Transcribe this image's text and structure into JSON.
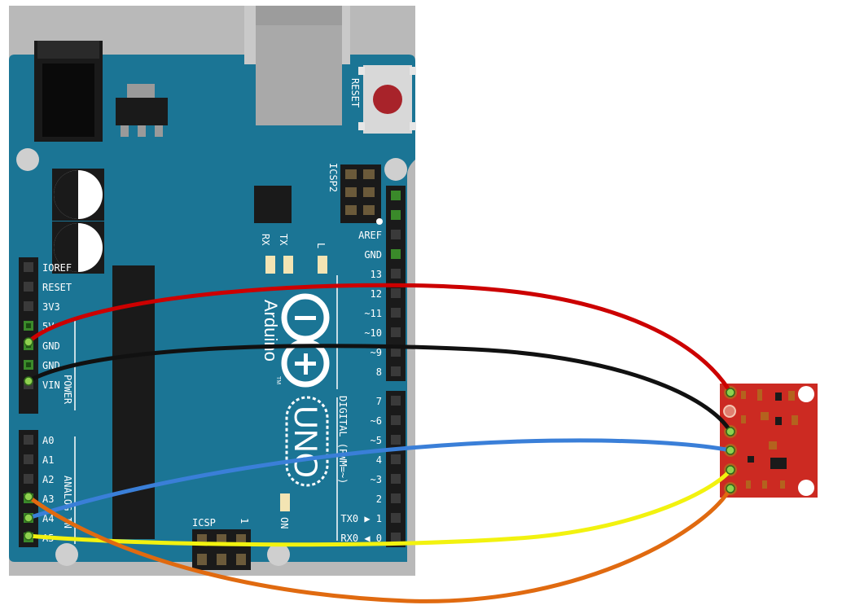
{
  "colors": {
    "board": "#1b7595",
    "board_shadow": "#b9b9b9",
    "usb_outer": "#c9c9c9",
    "usb_inner": "#a9a9a9",
    "header": "#1a1a1a",
    "pin_green": "#3a8a2a",
    "module": "#cc2a22",
    "wire_red": "#cc0000",
    "wire_black": "#111111",
    "wire_blue": "#3a7fd8",
    "wire_yellow": "#f2f20f",
    "wire_orange": "#e06a10",
    "white": "#ffffff"
  },
  "board": {
    "reset_label": "RESET",
    "icsp2_label": "ICSP2",
    "icsp_label": "ICSP",
    "icsp_pin1": "1",
    "rx_label": "RX",
    "tx_label": "TX",
    "l_label": "L",
    "on_label": "ON",
    "brand": "Arduino",
    "tm": "TM",
    "model": "UNO",
    "power_header_title": "POWER",
    "analog_header_title": "ANALOG IN",
    "digital_header_title": "DIGITAL (PWM=~)",
    "power_pins": [
      "IOREF",
      "RESET",
      "3V3",
      "5V",
      "GND",
      "GND",
      "VIN"
    ],
    "analog_pins": [
      "A0",
      "A1",
      "A2",
      "A3",
      "A4",
      "A5"
    ],
    "digital_top_pins": [
      "AREF",
      "GND",
      "13",
      "12",
      "~11",
      "~10",
      "~9",
      "8"
    ],
    "digital_bottom_pins": [
      "7",
      "~6",
      "~5",
      "4",
      "~3",
      "2",
      "TX0 ▶ 1",
      "RX0 ◀ 0"
    ]
  },
  "wires": [
    {
      "name": "red",
      "color": "wire_red"
    },
    {
      "name": "black",
      "color": "wire_black"
    },
    {
      "name": "blue",
      "color": "wire_blue"
    },
    {
      "name": "yellow",
      "color": "wire_yellow"
    },
    {
      "name": "orange",
      "color": "wire_orange"
    }
  ]
}
